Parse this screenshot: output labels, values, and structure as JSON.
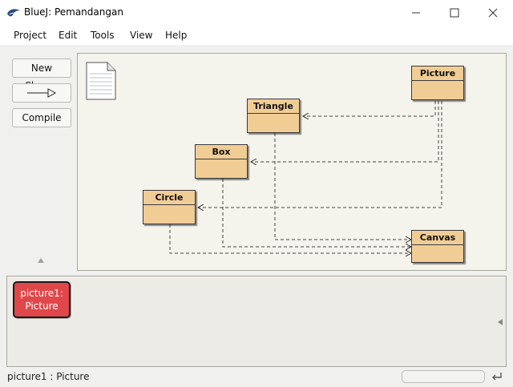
{
  "window": {
    "title": "BlueJ:  Pemandangan"
  },
  "menu": {
    "items": [
      {
        "label": "Project"
      },
      {
        "label": "Edit"
      },
      {
        "label": "Tools"
      },
      {
        "label": "View"
      },
      {
        "label": "Help"
      }
    ]
  },
  "toolbar": {
    "new_class_label": "New Class...",
    "compile_label": "Compile"
  },
  "diagram": {
    "classes": [
      {
        "name": "Picture"
      },
      {
        "name": "Triangle"
      },
      {
        "name": "Box"
      },
      {
        "name": "Circle"
      },
      {
        "name": "Canvas"
      }
    ]
  },
  "object_bench": {
    "objects": [
      {
        "line1": "picture1:",
        "line2": "Picture"
      }
    ]
  },
  "status": {
    "text": "picture1 : Picture"
  },
  "colors": {
    "class_fill": "#f1cd96",
    "object_fill": "#e0474a",
    "diagram_bg": "#f4f3ec"
  },
  "icons": {
    "app": "bluej-bird-icon",
    "readme": "readme-document-icon",
    "reset": "reset-vm-icon"
  }
}
